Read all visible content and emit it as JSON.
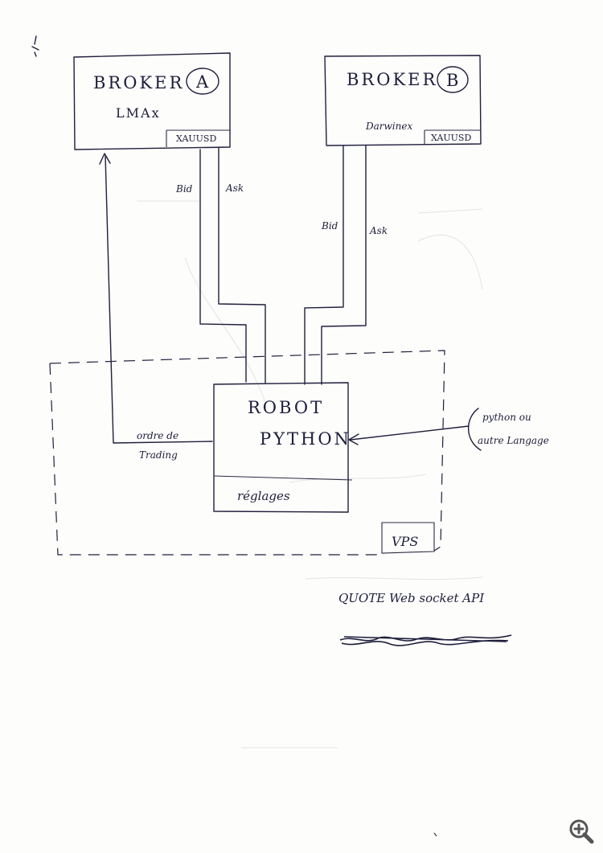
{
  "broker_a": {
    "title": "BROKER",
    "badge": "A",
    "name": "LMAx",
    "symbol": "XAUUSD",
    "bid": "Bid",
    "ask": "Ask"
  },
  "broker_b": {
    "title": "BROKER",
    "badge": "B",
    "name": "Darwinex",
    "symbol": "XAUUSD",
    "bid": "Bid",
    "ask": "Ask"
  },
  "robot": {
    "line1": "ROBOT",
    "line2": "PYTHON",
    "settings": "réglages"
  },
  "order_label": {
    "line1": "ordre de",
    "line2": "Trading"
  },
  "language_note": {
    "line1": "python ou",
    "line2": "autre Langage"
  },
  "vps_label": "VPS",
  "api_note": "QUOTE Web socket API",
  "icons": {
    "zoom": "zoom-in-icon"
  }
}
